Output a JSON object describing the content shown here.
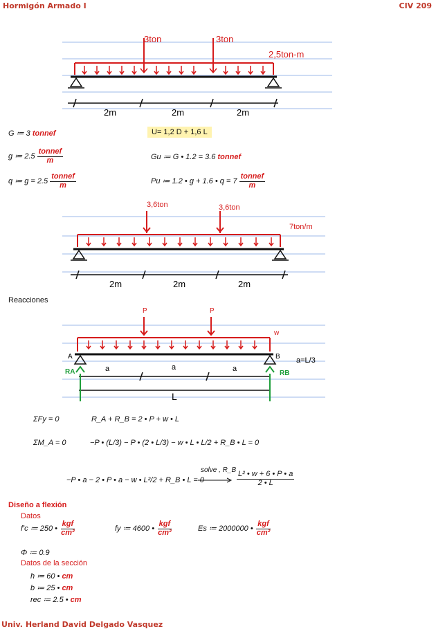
{
  "header": {
    "left": "Hormigón Armado I",
    "right": "CIV 209"
  },
  "footer": {
    "author": "Univ. Herland David Delgado Vasquez"
  },
  "beam1": {
    "load1": "3ton",
    "load2": "3ton",
    "dist": "2,5ton-m",
    "spans": [
      "2m",
      "2m",
      "2m"
    ]
  },
  "equations": {
    "G_lhs": "G ≔ 3",
    "G_unit": "tonnef",
    "U": "U= 1,2 D + 1,6 L",
    "g_lhs": "g ≔ 2.5",
    "g_num": "tonnef",
    "g_den": "m",
    "Gu_lhs": "Gu ≔ G • 1.2 = 3.6",
    "Gu_unit": "tonnef",
    "q_lhs": "q ≔ g = 2.5",
    "q_num": "tonnef",
    "q_den": "m",
    "Pu_lhs": "Pu ≔ 1.2 • g + 1.6 • q = 7",
    "Pu_num": "tonnef",
    "Pu_den": "m"
  },
  "beam2": {
    "load1": "3,6ton",
    "load2": "3,6ton",
    "dist": "7ton/m",
    "spans": [
      "2m",
      "2m",
      "2m"
    ]
  },
  "reacciones": {
    "title": "Reacciones",
    "P1": "P",
    "P2": "P",
    "w": "w",
    "A": "A",
    "B": "B",
    "RA": "RA",
    "RB": "RB",
    "a_rel": "a=L/3",
    "spans": [
      "a",
      "a",
      "a"
    ],
    "L": "L"
  },
  "statics": {
    "fy_lhs": "ΣFy = 0",
    "fy_rhs": "R_A + R_B = 2 • P + w • L",
    "ma_lhs": "ΣM_A = 0",
    "ma_rhs": "−P • (L/3) − P • (2 • L/3) − w • L • L/2 + R_B • L = 0",
    "solve_lhs": "−P • a − 2 • P • a − w • L²/2 + R_B • L = 0",
    "solve_label": "solve , R_B",
    "solve_num": "L² • w + 6 • P • a",
    "solve_den": "2 • L"
  },
  "diseno": {
    "title": "Diseño a flexión",
    "datos": "Datos",
    "fc": "f'c ≔ 250 •",
    "fy": "fy ≔ 4600 •",
    "es": "Es ≔ 2000000 •",
    "unit_num": "kgf",
    "unit_den": "cm²",
    "phi": "Φ ≔ 0.9",
    "datos_sec": "Datos de la sección",
    "h": "h ≔ 60 •",
    "b": "b ≔ 25 •",
    "rec": "rec ≔ 2.5 •",
    "cm": "cm"
  },
  "colors": {
    "load_red": "#d61c1c",
    "green": "#1e9e3a",
    "blue_line": "#9db8ea",
    "accent": "#c0392b"
  }
}
